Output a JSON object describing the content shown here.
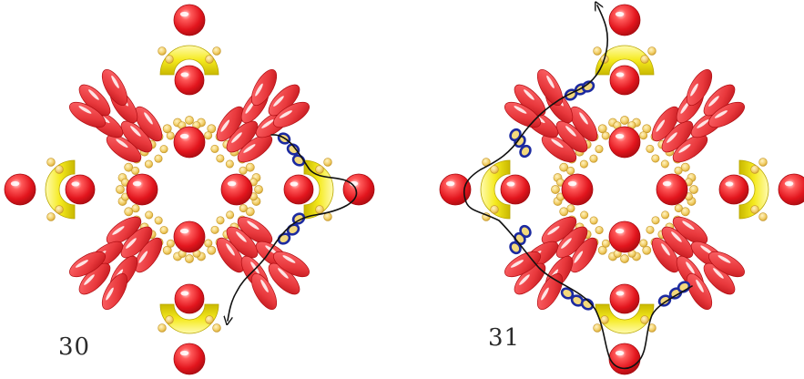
{
  "figures": [
    {
      "step": "30",
      "thread_path": "right-arm"
    },
    {
      "step": "31",
      "thread_path": "outer-ring"
    }
  ],
  "colors": {
    "round_bead": "#e2151d",
    "round_bead_light": "#ff8a8a",
    "drop_bead": "#e8383c",
    "drop_bead_dark": "#c01218",
    "seed_bead": "#f2cf68",
    "seed_bead_dark": "#d4a52c",
    "crescent": "#f5ea1e",
    "crescent_dark": "#c9b800",
    "thread_bead": "#1c2aa0",
    "thread": "#111111"
  }
}
